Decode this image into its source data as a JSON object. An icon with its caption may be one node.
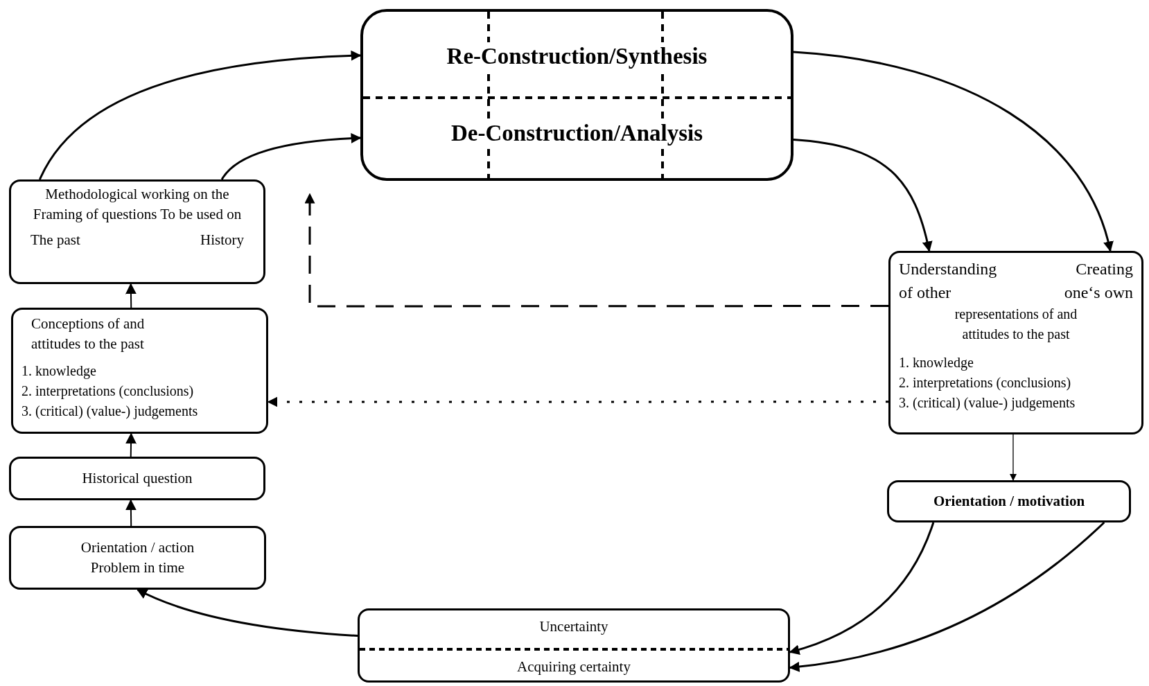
{
  "diagram": {
    "nodes": [
      {
        "text": [
          "Re-Construction/Synthesis",
          "De-Construction/Analysis"
        ]
      },
      {
        "text": [
          "Methodological working on the Framing of questions To be used on",
          "The past",
          "History"
        ]
      },
      {
        "text": [
          "Conceptions of and attitudes to the past",
          "1. knowledge",
          "2. interpretations (conclusions)",
          "3. (critical) (value-) judgements"
        ]
      },
      {
        "text": [
          "Historical question"
        ]
      },
      {
        "text": [
          "Orientation / action Problem in time"
        ]
      },
      {
        "text": [
          "Understanding of other",
          "Creating one‘s own",
          "representations of and attitudes to the past",
          "1. knowledge",
          "2. interpretations (conclusions)",
          "3. (critical) (value-) judgements"
        ]
      },
      {
        "text": [
          "Orientation / motivation"
        ]
      },
      {
        "text": [
          "Uncertainty",
          "Acquiring certainty"
        ]
      }
    ],
    "edges": [
      {
        "from": 1,
        "to": 0,
        "arrow": "to"
      },
      {
        "from": 1,
        "to": 0,
        "arrow": "to"
      },
      {
        "from": 0,
        "to": 5,
        "arrow": "to"
      },
      {
        "from": 0,
        "to": 5,
        "arrow": "to"
      },
      {
        "from": 5,
        "to": null,
        "arrow": "to",
        "style": "dashed"
      },
      {
        "from": 5,
        "to": 2,
        "arrow": "to",
        "style": "dashed"
      },
      {
        "from": 5,
        "to": 6,
        "arrow": "to"
      },
      {
        "from": 6,
        "to": 7,
        "arrow": "to"
      },
      {
        "from": 6,
        "to": 7,
        "arrow": "to"
      },
      {
        "from": 7,
        "to": 4,
        "arrow": "to"
      },
      {
        "from": 4,
        "to": 3,
        "arrow": "to"
      },
      {
        "from": 3,
        "to": 2,
        "arrow": "to"
      },
      {
        "from": 2,
        "to": 1,
        "arrow": "to"
      }
    ]
  }
}
